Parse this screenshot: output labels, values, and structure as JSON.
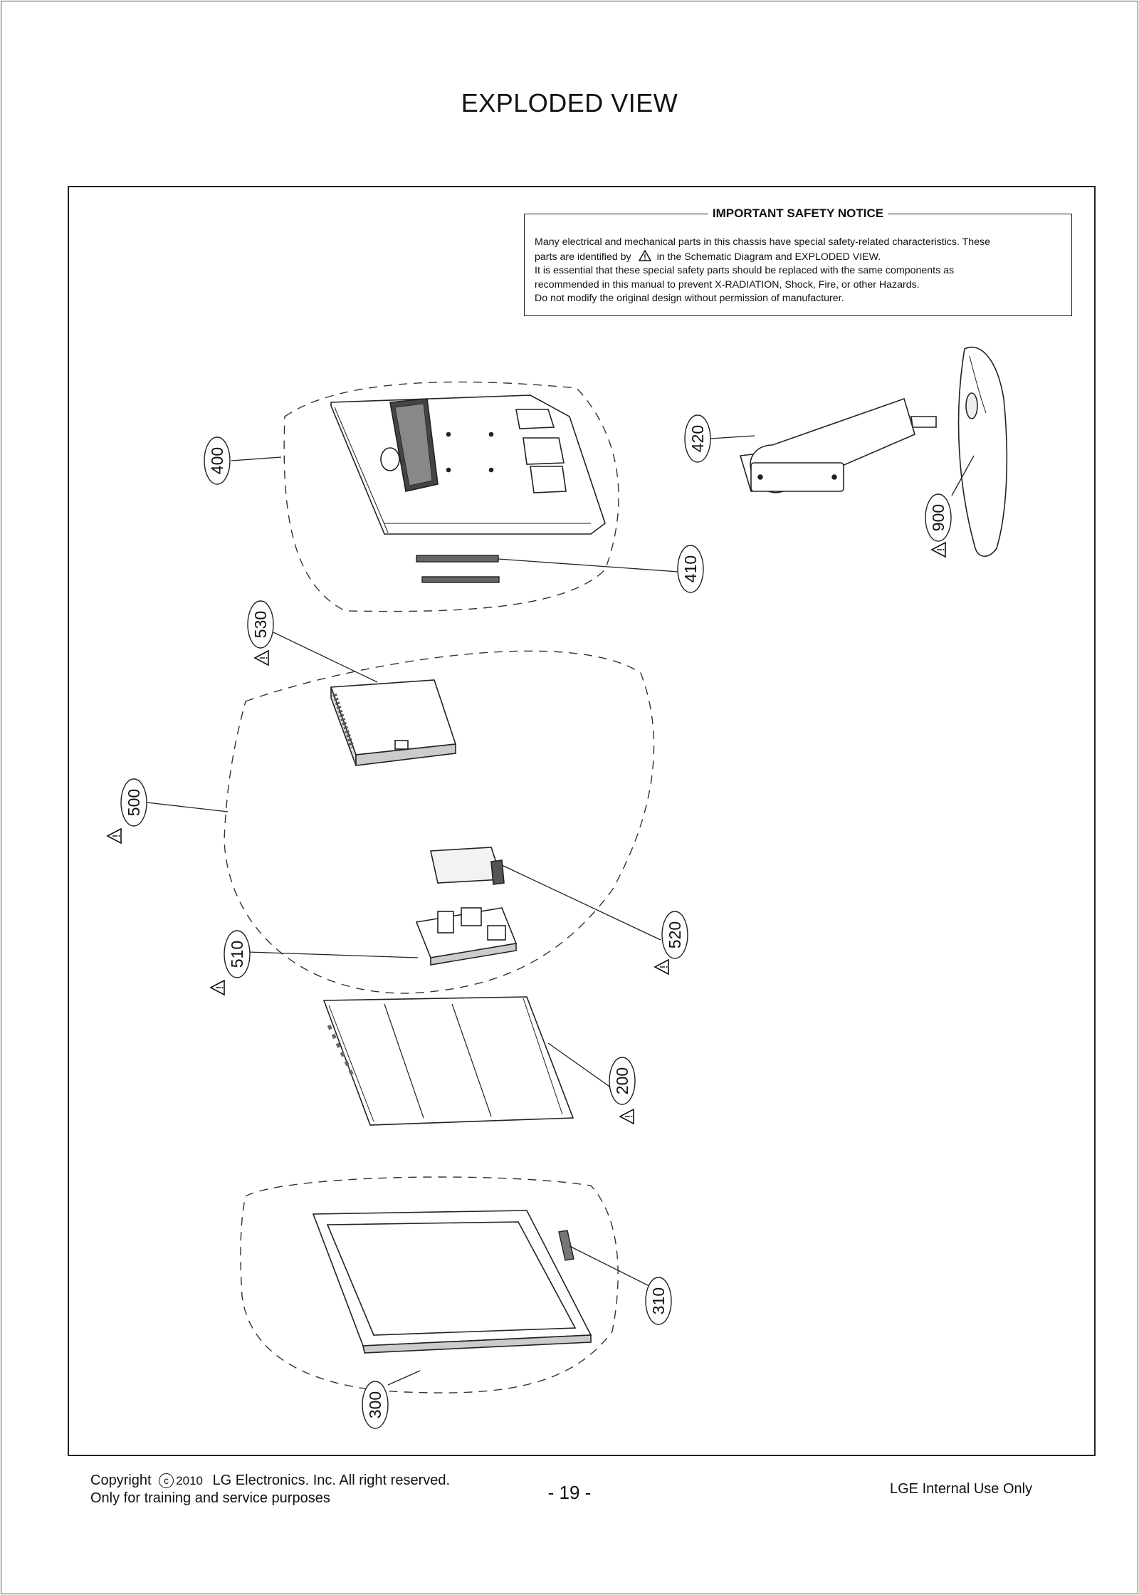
{
  "page": {
    "title": "EXPLODED VIEW"
  },
  "safety_notice": {
    "heading": "IMPORTANT SAFETY NOTICE",
    "line1": "Many electrical and mechanical parts in this chassis have special safety-related characteristics. These",
    "line2a": "parts are identified by",
    "line2b": "in the Schematic Diagram and EXPLODED VIEW.",
    "line3": "It is essential that these special safety parts should be replaced with the same components as",
    "line4": "recommended in this manual to prevent X-RADIATION, Shock, Fire, or other Hazards.",
    "line5": "Do not modify the original design without permission of manufacturer."
  },
  "callouts": {
    "c400": "400",
    "c410": "410",
    "c420": "420",
    "c900": "900",
    "c530": "530",
    "c500": "500",
    "c520": "520",
    "c510": "510",
    "c200": "200",
    "c310": "310",
    "c300": "300"
  },
  "footer": {
    "copyright_prefix": "Copyright",
    "copyright_symbol": "c",
    "year": "2010",
    "copyright_rest": "LG Electronics. Inc. All right reserved.",
    "line2": "Only for training and service purposes",
    "page_number": "- 19 -",
    "internal": "LGE Internal Use Only"
  }
}
